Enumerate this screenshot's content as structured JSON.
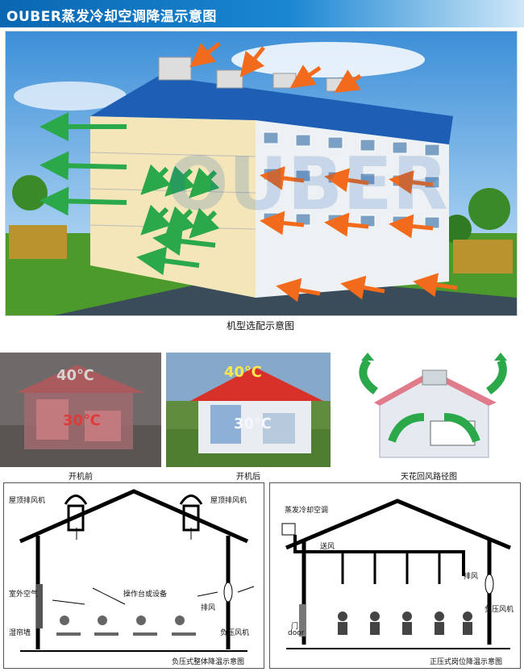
{
  "header": {
    "title": "OUBER蒸发冷却空调降温示意图"
  },
  "main_panel": {
    "caption": "机型选配示意图"
  },
  "watermark": "OUBER",
  "before_panel": {
    "caption": "开机前",
    "roof_temp": "40℃",
    "inside_temp": "30℃"
  },
  "after_panel": {
    "caption": "开机后",
    "roof_temp": "40℃",
    "inside_temp": "30℃"
  },
  "return_panel": {
    "caption": "天花回风路径图"
  },
  "negative_pressure": {
    "roof_fan_left": "屋顶排风机",
    "roof_fan_right": "屋顶排风机",
    "outside_air": "室外空气",
    "wet_curtain": "湿帘墙",
    "workstation": "操作台或设备",
    "exhaust": "排风",
    "negative_fan": "负压风机",
    "caption": "负压式整体降温示意图"
  },
  "positive_pressure": {
    "unit": "蒸发冷却空调",
    "supply": "送风",
    "exhaust": "排风",
    "door": "门",
    "door_en": "door",
    "negative_fan": "负压风机",
    "caption": "正压式岗位降温示意图"
  },
  "colors": {
    "header": "#0a67b2",
    "arrow_green": "#2aa84a",
    "arrow_orange": "#f26a1b",
    "roof_blue": "#1e5fb5",
    "roof_red": "#d8312a"
  }
}
